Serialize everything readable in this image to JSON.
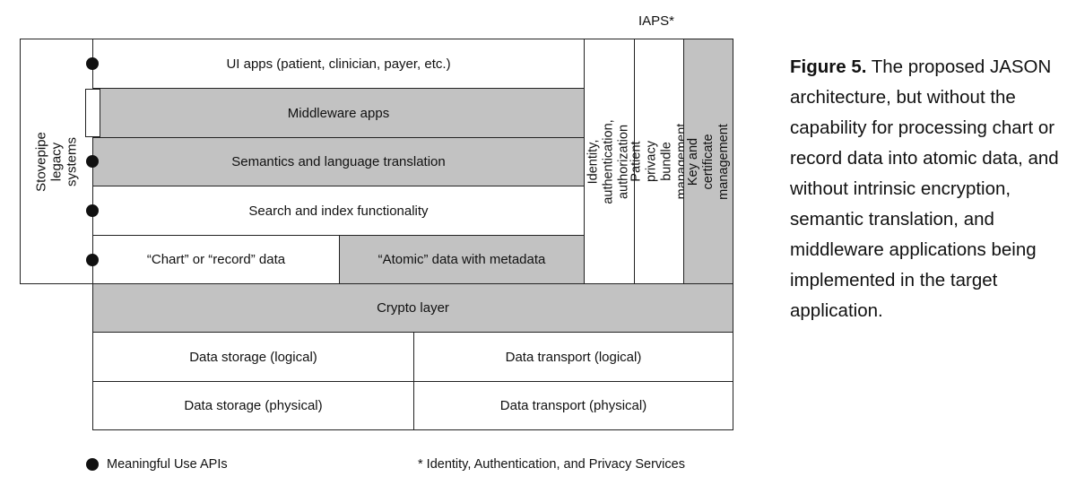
{
  "diagram": {
    "iaps_label": "IAPS*",
    "stovepipe_label": "Stovepipe\nlegacy systems",
    "layers": {
      "ui_apps": "UI apps (patient, clinician, payer, etc.)",
      "middleware_apps": "Middleware apps",
      "semantics": "Semantics and language translation",
      "search": "Search and index functionality",
      "chart_record": "“Chart” or “record” data",
      "atomic": "“Atomic” data with metadata",
      "crypto": "Crypto layer",
      "storage_logical": "Data storage (logical)",
      "transport_logical": "Data transport (logical)",
      "storage_physical": "Data storage (physical)",
      "transport_physical": "Data transport (physical)"
    },
    "iaps_columns": {
      "identity": "Identity, authentication,\nauthorization",
      "privacy": "Patient privacy bundle\nmanagement",
      "keys": "Key and certificate\nmanagement"
    }
  },
  "legend": {
    "meaningful_use": "Meaningful Use APIs",
    "iaps_footnote": "* Identity, Authentication, and Privacy Services"
  },
  "caption": {
    "label": "Figure 5.",
    "text": " The proposed JASON architecture, but without the capability for processing chart or record data into atomic data, and without intrinsic encryption, semantic translation, and middleware applications being implemented in the target application."
  },
  "colors": {
    "grey_fill": "#c2c2c2",
    "border": "#222222"
  }
}
